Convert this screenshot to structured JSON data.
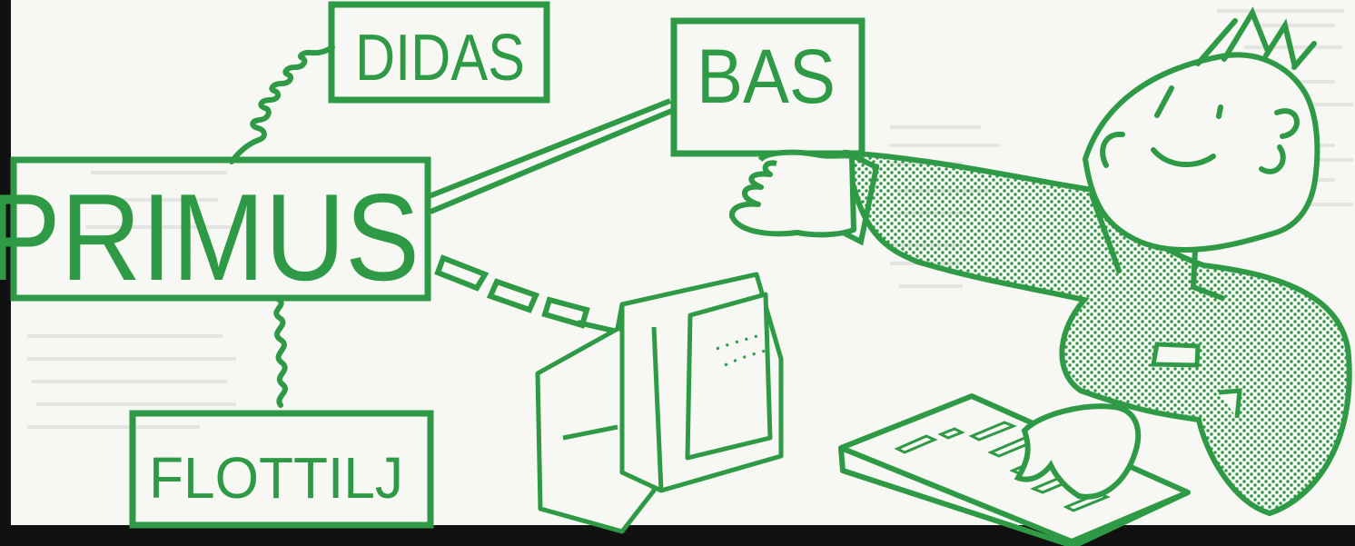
{
  "colors": {
    "ink": "#2f9a45",
    "paper": "#f7f7f3",
    "background_page": "#ffffff",
    "scan_edge": "#111111",
    "text_faint": "#d9d9d4"
  },
  "diagram": {
    "boxes": {
      "primus": {
        "label": "PRIMUS"
      },
      "didas": {
        "label": "DIDAS"
      },
      "bas": {
        "label": "BAS"
      },
      "flottilj": {
        "label": "FLOTTILJ"
      }
    },
    "connectors": [
      {
        "from": "primus",
        "to": "didas",
        "style": "coiled-cable"
      },
      {
        "from": "primus",
        "to": "bas",
        "style": "double-line"
      },
      {
        "from": "primus",
        "to": "terminal",
        "style": "dashed-boxes"
      },
      {
        "from": "primus",
        "to": "flottilj",
        "style": "zigzag"
      }
    ],
    "illustration": {
      "person": "smiling-man-at-keyboard",
      "device": "computer-terminal",
      "input": "keyboard"
    }
  }
}
